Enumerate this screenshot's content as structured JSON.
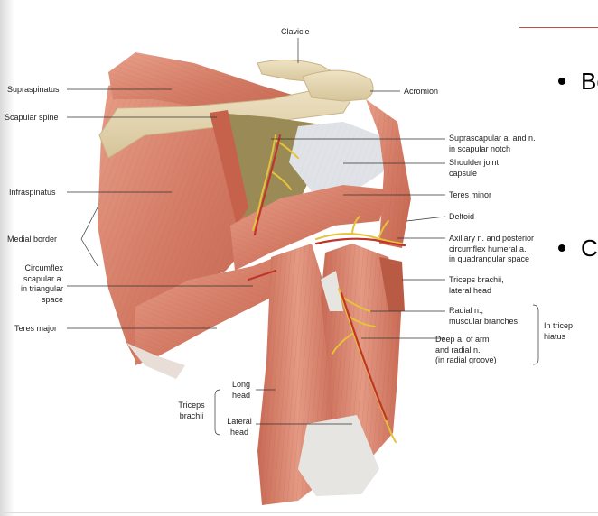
{
  "slide": {
    "bullets": [
      {
        "text": "Be"
      },
      {
        "text": "Co"
      }
    ]
  },
  "figure": {
    "labels": {
      "clavicle": "Clavicle",
      "supraspinatus": "Supraspinatus",
      "scapular_spine": "Scapular spine",
      "infraspinatus": "Infraspinatus",
      "medial_border": "Medial border",
      "circumflex_scapular": "Circumflex\nscapular a.\nin triangular\nspace",
      "teres_major": "Teres major",
      "acromion": "Acromion",
      "suprascapular": "Suprascapular a. and n.\nin scapular notch",
      "shoulder_capsule": "Shoulder joint\ncapsule",
      "teres_minor": "Teres minor",
      "deltoid": "Deltoid",
      "axillary": "Axillary n. and posterior\ncircumflex humeral a.\nin quadrangular space",
      "triceps_lateral": "Triceps brachii,\nlateral head",
      "radial_muscular": "Radial n.,\nmuscular branches",
      "deep_arm": "Deep a. of arm\nand radial n.\n(in radial groove)",
      "in_triceps_hiatus": "In tricep\nhiatus",
      "long_head": "Long\nhead",
      "lateral_head": "Lateral\nhead",
      "triceps_brachii": "Triceps\nbrachii"
    }
  }
}
